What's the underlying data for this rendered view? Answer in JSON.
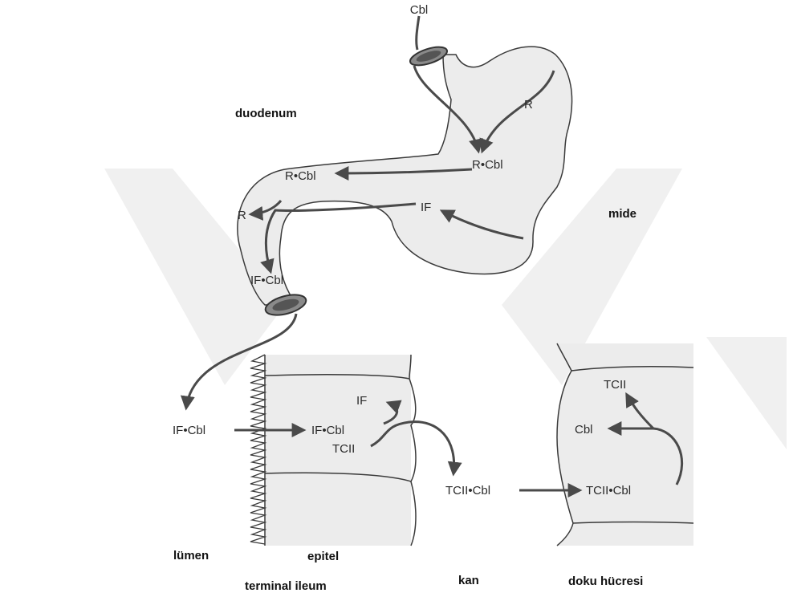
{
  "colors": {
    "background": "#ffffff",
    "tissue_fill": "#ececec",
    "outline": "#3a3a3a",
    "arrow": "#4a4a4a",
    "watermark": "#f0f0f0",
    "text": "#2b2b2b",
    "region_text": "#111111"
  },
  "diagram": {
    "molecules": {
      "cbl_top": "Cbl",
      "r_stomach": "R",
      "r_cbl_stomach": "R•Cbl",
      "r_cbl_duodenum": "R•Cbl",
      "r_duodenum": "R",
      "if_stomach": "IF",
      "if_cbl_duodenum": "IF•Cbl",
      "if_cbl_lumen": "IF•Cbl",
      "if_epithelium": "IF",
      "if_cbl_epithelium": "IF•Cbl",
      "tcii_epithelium": "TCII",
      "tcii_cbl_blood": "TCII•Cbl",
      "tcii_cell": "TCII",
      "cbl_cell": "Cbl",
      "tcii_cbl_cell": "TCII•Cbl"
    },
    "regions": {
      "duodenum": "duodenum",
      "stomach": "mide",
      "lumen": "lümen",
      "epithelium": "epitel",
      "terminal_ileum": "terminal ileum",
      "blood": "kan",
      "tissue_cell": "doku hücresi"
    }
  }
}
